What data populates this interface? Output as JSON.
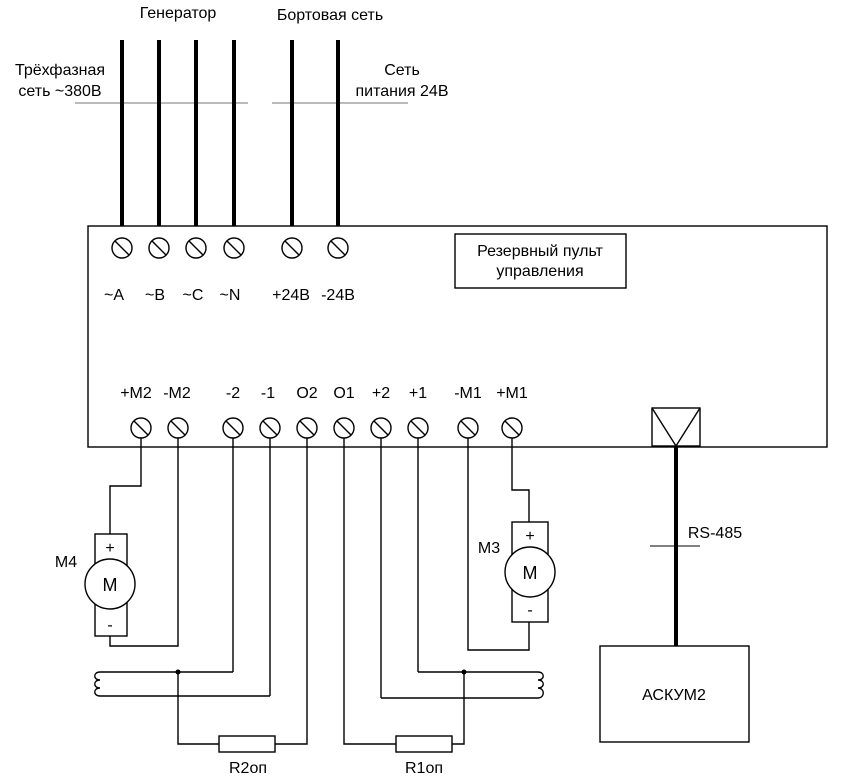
{
  "top": {
    "generator": "Генератор",
    "onboard": "Бортовая сеть",
    "three_phase_line1": "Трёхфазная",
    "three_phase_line2": "сеть ~380В",
    "supply_line1": "Сеть",
    "supply_line2": "питания 24В"
  },
  "panel": {
    "title_line1": "Резервный пульт",
    "title_line2": "управления",
    "top_terminals": [
      "~A",
      "~B",
      "~C",
      "~N",
      "+24B",
      "-24B"
    ],
    "bottom_terminals": [
      "+M2",
      "-M2",
      "-2",
      "-1",
      "O2",
      "O1",
      "+2",
      "+1",
      "-M1",
      "+M1"
    ]
  },
  "motors": {
    "m4": {
      "name": "M4",
      "symbol": "M",
      "plus": "+",
      "minus": "-"
    },
    "m3": {
      "name": "M3",
      "symbol": "M",
      "plus": "+",
      "minus": "-"
    }
  },
  "bus": {
    "label": "RS-485"
  },
  "device": {
    "label": "АСКУМ2"
  },
  "resistors": {
    "r2": "R2оп",
    "r1": "R1оп"
  }
}
